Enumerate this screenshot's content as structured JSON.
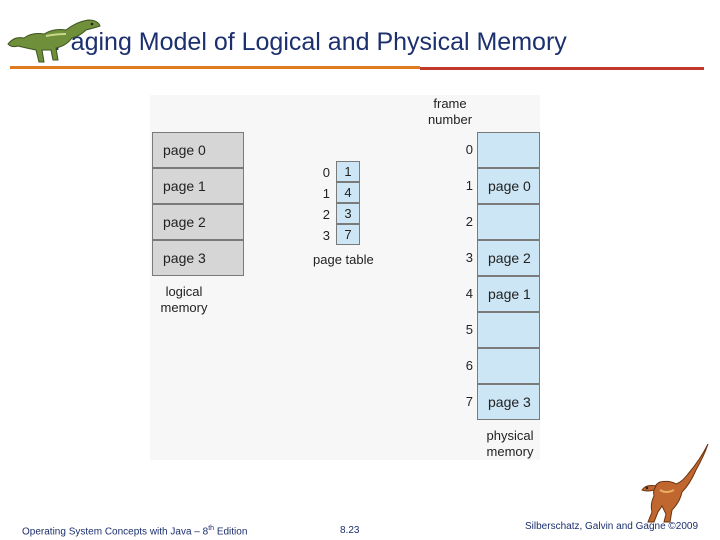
{
  "slide": {
    "title": "Paging Model of Logical and Physical Memory",
    "footer_left": "Operating System Concepts  with Java – 8",
    "footer_left_sup": "th",
    "footer_left_tail": " Edition",
    "footer_center": "8.23",
    "footer_right": "Silberschatz, Galvin and Gagne ©2009"
  },
  "logical_memory": {
    "label_line1": "logical",
    "label_line2": "memory",
    "pages": [
      "page 0",
      "page 1",
      "page 2",
      "page 3"
    ]
  },
  "page_table": {
    "label": "page table",
    "indices": [
      "0",
      "1",
      "2",
      "3"
    ],
    "frames": [
      "1",
      "4",
      "3",
      "7"
    ]
  },
  "physical_memory": {
    "header_line1": "frame",
    "header_line2": "number",
    "label_line1": "physical",
    "label_line2": "memory",
    "frame_numbers": [
      "0",
      "1",
      "2",
      "3",
      "4",
      "5",
      "6",
      "7"
    ],
    "frames": [
      "",
      "page 0",
      "",
      "page 2",
      "page 1",
      "",
      "",
      "page 3"
    ]
  },
  "colors": {
    "title": "#1c2f6e",
    "rule_left": "#e07a20",
    "rule_right": "#c0392b",
    "logical_fill": "#d6d6d6",
    "physical_fill": "#cce6f5"
  }
}
